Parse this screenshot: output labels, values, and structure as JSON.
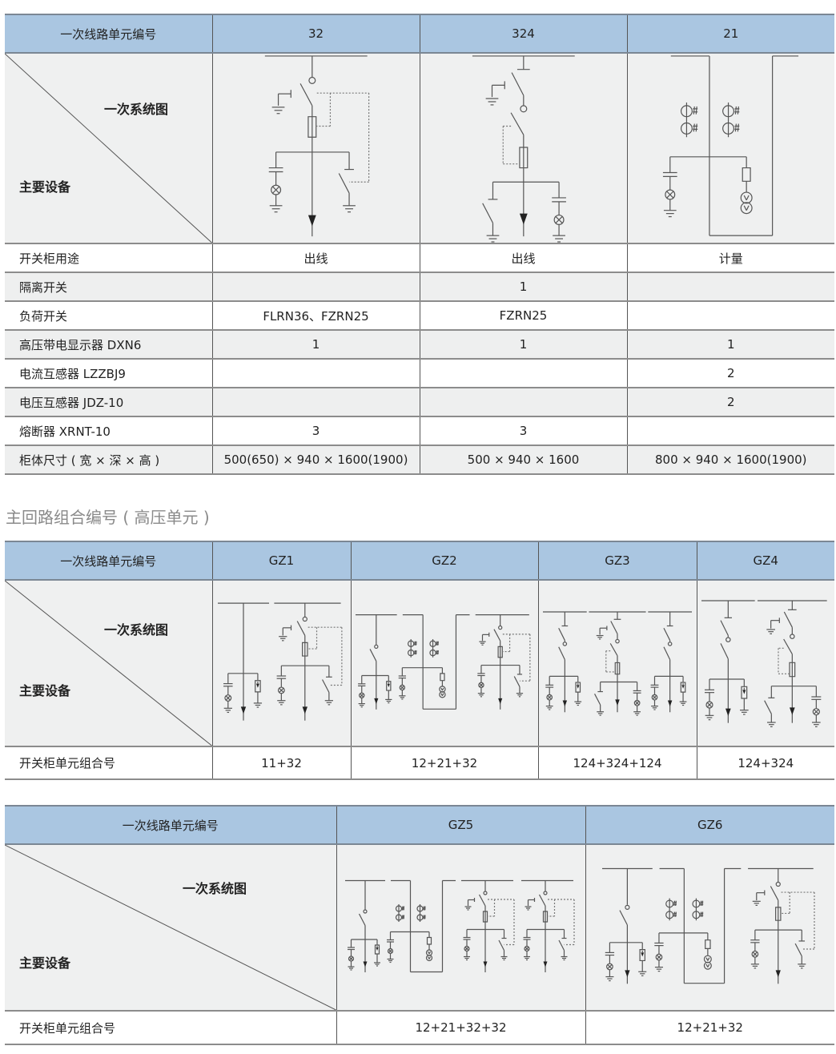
{
  "table1": {
    "header_label": "一次线路单元编号",
    "columns": [
      "32",
      "324",
      "21"
    ],
    "diagram_labels": {
      "system": "一次系统图",
      "equipment": "主要设备"
    },
    "rows": [
      {
        "label": "开关柜用途",
        "values": [
          "出线",
          "出线",
          "计量"
        ]
      },
      {
        "label": "隔离开关",
        "values": [
          "",
          "1",
          ""
        ]
      },
      {
        "label": "负荷开关",
        "values": [
          "FLRN36、FZRN25",
          "FZRN25",
          ""
        ]
      },
      {
        "label": "高压带电显示器 DXN6",
        "values": [
          "1",
          "1",
          "1"
        ]
      },
      {
        "label": "电流互感器 LZZBJ9",
        "values": [
          "",
          "",
          "2"
        ]
      },
      {
        "label": "电压互感器 JDZ-10",
        "values": [
          "",
          "",
          "2"
        ]
      },
      {
        "label": "熔断器 XRNT-10",
        "values": [
          "3",
          "3",
          ""
        ]
      },
      {
        "label": "柜体尺寸 ( 宽 × 深 × 高 )",
        "values": [
          "500(650) × 940 × 1600(1900)",
          "500 × 940 × 1600",
          "800 × 940 × 1600(1900)"
        ]
      }
    ]
  },
  "section_title": "主回路组合编号 ( 高压单元 )",
  "table2": {
    "header_label": "一次线路单元编号",
    "columns": [
      "GZ1",
      "GZ2",
      "GZ3",
      "GZ4"
    ],
    "diagram_labels": {
      "system": "一次系统图",
      "equipment": "主要设备"
    },
    "row_label": "开关柜单元组合号",
    "combos": [
      "11+32",
      "12+21+32",
      "124+324+124",
      "124+324"
    ]
  },
  "table3": {
    "header_label": "一次线路单元编号",
    "columns": [
      "GZ5",
      "GZ6"
    ],
    "diagram_labels": {
      "system": "一次系统图",
      "equipment": "主要设备"
    },
    "row_label": "开关柜单元组合号",
    "combos": [
      "12+21+32+32",
      "12+21+32"
    ]
  }
}
